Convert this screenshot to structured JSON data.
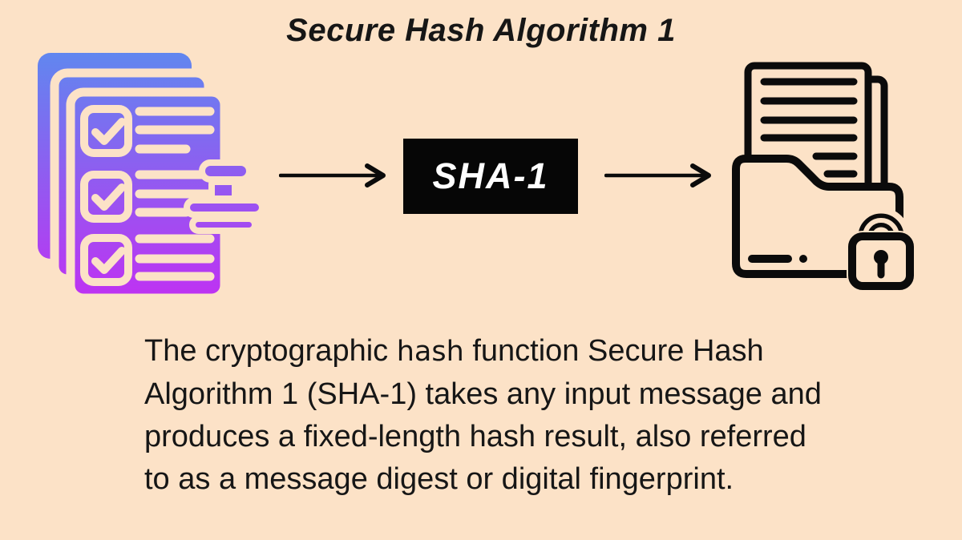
{
  "title": "Secure Hash Algorithm 1",
  "diagram": {
    "input": {
      "icon": "checklist-documents"
    },
    "process": {
      "label": "SHA-1"
    },
    "output": {
      "icon": "locked-folder"
    },
    "flow": "left-to-right"
  },
  "description": {
    "line1_pre": "The cryptographic ",
    "line1_hash": "hash",
    "line1_post": " function Secure Hash",
    "line2": "Algorithm 1 (SHA-1) takes any input message and",
    "line3": "produces a fixed-length hash result, also referred",
    "line4": "to as a message digest or digital fingerprint."
  },
  "colors": {
    "background": "#FCE2C7",
    "doc_gradient_top": "#5E89EF",
    "doc_gradient_bottom": "#C130F2",
    "box_background": "#060606",
    "box_text": "#FFFFFF",
    "text": "#161616",
    "line_art": "#0B0B0B"
  }
}
